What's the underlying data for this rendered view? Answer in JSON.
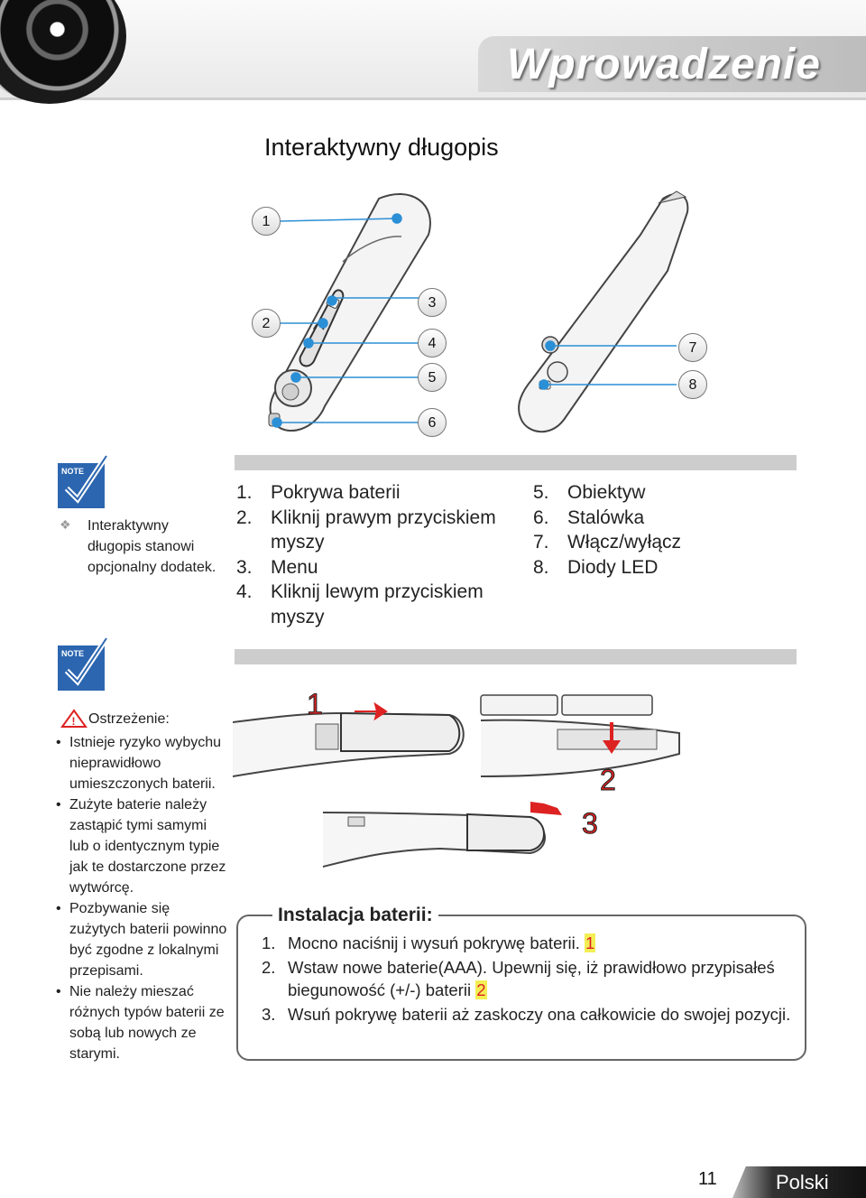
{
  "header": {
    "title": "Wprowadzenie"
  },
  "section_title": "Interaktywny długopis",
  "callouts": [
    "1",
    "2",
    "3",
    "4",
    "5",
    "6",
    "7",
    "8"
  ],
  "note": {
    "icon_label": "Note",
    "text": "Interaktywny długopis stanowi opcjonalny dodatek."
  },
  "parts": {
    "left": [
      {
        "num": "1.",
        "label": "Pokrywa baterii"
      },
      {
        "num": "2.",
        "label": "Kliknij prawym przyciskiem myszy"
      },
      {
        "num": "3.",
        "label": "Menu"
      },
      {
        "num": "4.",
        "label": "Kliknij lewym przyciskiem myszy"
      }
    ],
    "right": [
      {
        "num": "5.",
        "label": "Obiektyw"
      },
      {
        "num": "6.",
        "label": "Stalówka"
      },
      {
        "num": "7.",
        "label": "Włącz/wyłącz"
      },
      {
        "num": "8.",
        "label": "Diody LED"
      }
    ]
  },
  "warning": {
    "icon_label": "Note",
    "title": "Ostrzeżenie:",
    "items": [
      "Istnieje ryzyko wybychu nieprawidłowo umieszczonych baterii.",
      "Zużyte baterie należy zastąpić tymi samymi lub o identycznym typie jak te dostarczone przez wytwórcę.",
      "Pozbywanie się zużytych baterii powinno być zgodne z lokalnymi przepisami.",
      "Nie należy mieszać różnych typów baterii ze sobą lub nowych ze starymi."
    ]
  },
  "battery_steps_labels": [
    "1",
    "2",
    "3"
  ],
  "installation": {
    "title": "Instalacja baterii:",
    "steps": [
      {
        "num": "1.",
        "text": "Mocno naciśnij i wysuń pokrywę baterii.",
        "ref": "1"
      },
      {
        "num": "2.",
        "text": "Wstaw nowe baterie(AAA). Upewnij się, iż prawidłowo przypisałeś biegunowość (+/-) baterii",
        "ref": "2"
      },
      {
        "num": "3.",
        "text": "Wsuń pokrywę baterii aż zaskoczy ona całkowicie do swojej pozycji.",
        "ref": ""
      }
    ]
  },
  "footer": {
    "page": "11",
    "language": "Polski"
  }
}
